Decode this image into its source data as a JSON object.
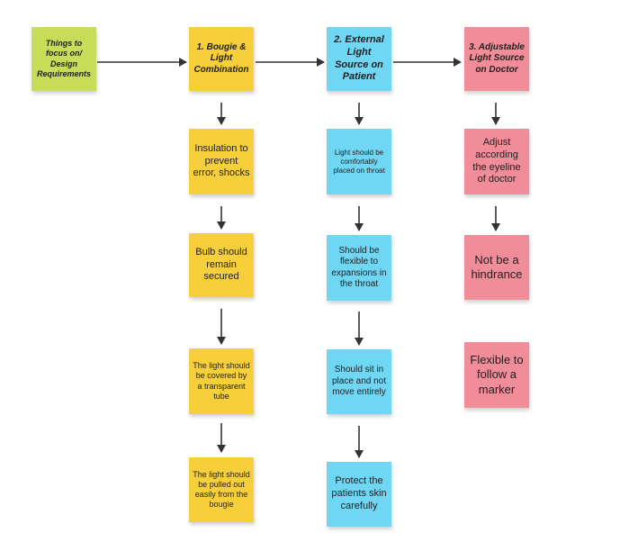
{
  "header_notes": {
    "requirements": "Things to focus on/ Design Requirements",
    "bougie": "1. Bougie & Light Combination",
    "external": "2. External Light Source on Patient",
    "adjustable": "3. Adjustable Light Source on Doctor"
  },
  "bougie_column": [
    "Insulation to prevent error, shocks",
    "Bulb should remain secured",
    "The light should be covered by a transparent tube",
    "The light should be pulled out easily from the bougie"
  ],
  "external_column": [
    "Light should be comfortably placed on throat",
    "Should be flexible to expansions in the throat",
    "Should sit in place and not move entirely",
    "Protect the patients skin carefully"
  ],
  "adjustable_column": [
    "Adjust according the eyeline of doctor",
    "Not be a hindrance",
    "Flexible to follow a marker"
  ],
  "colors": {
    "requirements": "#c8dc5a",
    "bougie": "#f7cf3a",
    "external": "#6fd6f3",
    "adjustable": "#f08d98",
    "arrow": "#333333"
  }
}
